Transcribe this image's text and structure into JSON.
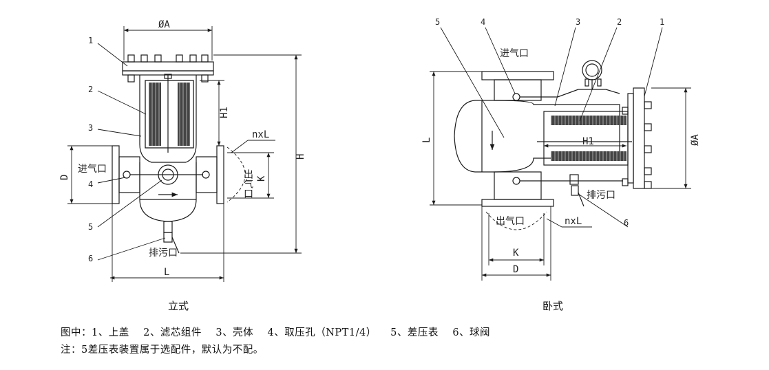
{
  "left_view": {
    "caption": "立式",
    "dims": {
      "phiA": "ØA",
      "H1": "H1",
      "H": "H",
      "L": "L",
      "D": "D",
      "K": "K",
      "nxL": "nxL"
    },
    "labels": {
      "inlet": "进气口",
      "outlet": "出气口",
      "drain": "排污口"
    },
    "callouts": [
      "1",
      "2",
      "3",
      "4",
      "5",
      "6"
    ]
  },
  "right_view": {
    "caption": "卧式",
    "dims": {
      "phiA": "ØA",
      "H1": "H1",
      "L": "L",
      "K": "K",
      "D": "D",
      "nxL": "nxL"
    },
    "labels": {
      "inlet": "进气口",
      "outlet": "出气口",
      "drain": "排污口"
    },
    "callouts": [
      "5",
      "4",
      "3",
      "2",
      "1",
      "6"
    ]
  },
  "legend": {
    "prefix": "图中：",
    "items": [
      "1、上盖",
      "2、滤芯组件",
      "3、壳体",
      "4、取压孔（NPT1/4）",
      "5、差压表",
      "6、球阀"
    ]
  },
  "note": "注：5差压表装置属于选配件，默认为不配。",
  "colors": {
    "line": "#1a1a1a",
    "hatch": "#3a3a3a",
    "background": "#ffffff"
  }
}
